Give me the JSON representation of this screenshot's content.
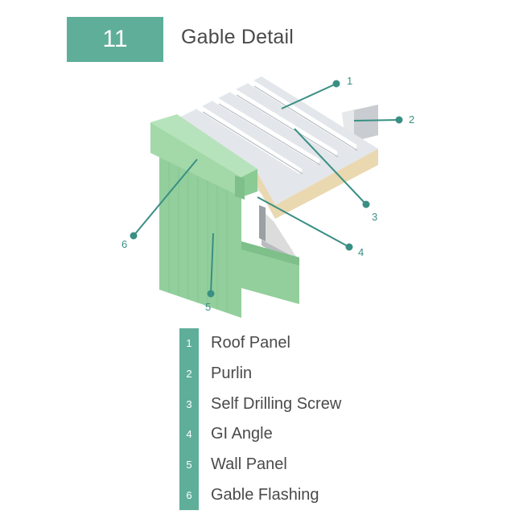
{
  "header": {
    "number": "11",
    "title": "Gable Detail"
  },
  "callouts": [
    "1",
    "2",
    "3",
    "4",
    "5",
    "6"
  ],
  "legend": [
    {
      "num": "1",
      "label": "Roof Panel"
    },
    {
      "num": "2",
      "label": "Purlin"
    },
    {
      "num": "3",
      "label": "Self Drilling Screw"
    },
    {
      "num": "4",
      "label": "GI Angle"
    },
    {
      "num": "5",
      "label": "Wall Panel"
    },
    {
      "num": "6",
      "label": "Gable Flashing"
    }
  ],
  "colors": {
    "accent": "#5fae99",
    "wall": "#93cf9c",
    "flashing": "#a3d9a9",
    "roof": "#e3e6ea",
    "foam": "#ead8b0",
    "leader": "#3a8f84"
  }
}
